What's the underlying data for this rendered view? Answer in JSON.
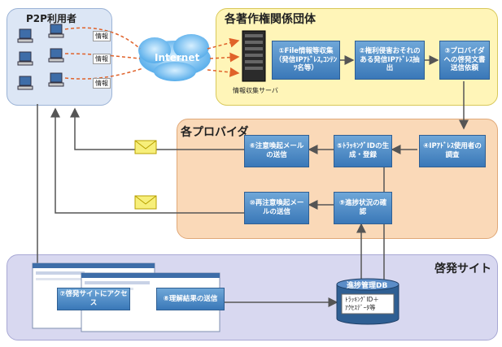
{
  "regions": {
    "users": "P2P利用者",
    "rights_holders": "各著作権関係団体",
    "providers": "各プロバイダ",
    "portal": "啓発サイト"
  },
  "labels": {
    "internet": "Internet",
    "info": "情報",
    "server": "情報収集サーバ",
    "db_title": "進捗管理DB",
    "db_body": "ﾄﾗｯｷﾝｸﾞID＋\nｱｸｾｽﾃﾞｰﾀ等"
  },
  "steps": {
    "s1": "①File情報等収集\n（発信IPｱﾄﾞﾚｽ,ｺﾝﾃﾝﾂ名等）",
    "s2": "②権利侵害おそれのある発信IPｱﾄﾞﾚｽ抽出",
    "s3": "③プロバイダへの啓発文書送信依頼",
    "s4": "④IPｱﾄﾞﾚｽ使用者の調査",
    "s5": "⑤ﾄﾗｯｷﾝｸﾞIDの生成・登録",
    "s6": "⑥注意喚起メールの送信",
    "s7": "⑦啓発サイトにアクセス",
    "s8": "⑧理解結果の送信",
    "s9": "⑨進捗状況の確認",
    "s10": "⑩再注意喚起メールの送信"
  }
}
